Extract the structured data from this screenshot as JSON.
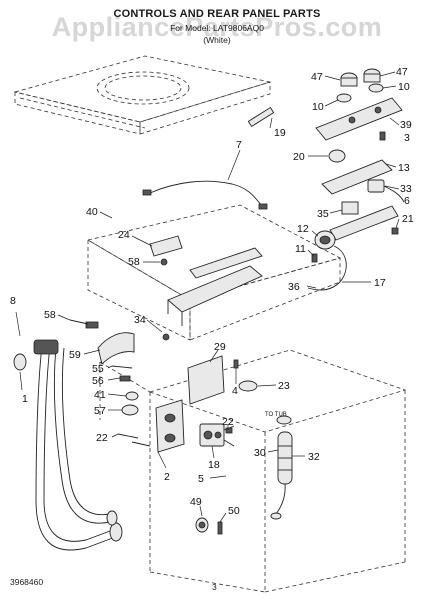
{
  "header": {
    "title": "CONTROLS AND REAR PANEL PARTS",
    "subtitle": "For Model: LAT9806AQ0",
    "color": "(White)",
    "watermark": "AppliancePartsPros.com"
  },
  "footer": {
    "doc_number": "3968460",
    "page_number": "3"
  },
  "callouts": {
    "c47a": "47",
    "c47b": "47",
    "c10a": "10",
    "c10b": "10",
    "c19": "19",
    "c39": "39",
    "c3": "3",
    "c20": "20",
    "c13": "13",
    "c7": "7",
    "c33": "33",
    "c6": "6",
    "c35": "35",
    "c12": "12",
    "c21": "21",
    "c11": "11",
    "c40": "40",
    "c24": "24",
    "c58a": "58",
    "c36": "36",
    "c17": "17",
    "c8": "8",
    "c58b": "58",
    "c34": "34",
    "c59": "59",
    "c55": "55",
    "c56": "56",
    "c29": "29",
    "c4": "4",
    "c23": "23",
    "c41": "41",
    "c57": "57",
    "c1": "1",
    "c22a": "22",
    "c22b": "22",
    "c18": "18",
    "c30": "30",
    "c32": "32",
    "c2": "2",
    "c5": "5",
    "c49": "49",
    "c50": "50"
  },
  "small_labels": {
    "to_tub": "TO TUB"
  }
}
